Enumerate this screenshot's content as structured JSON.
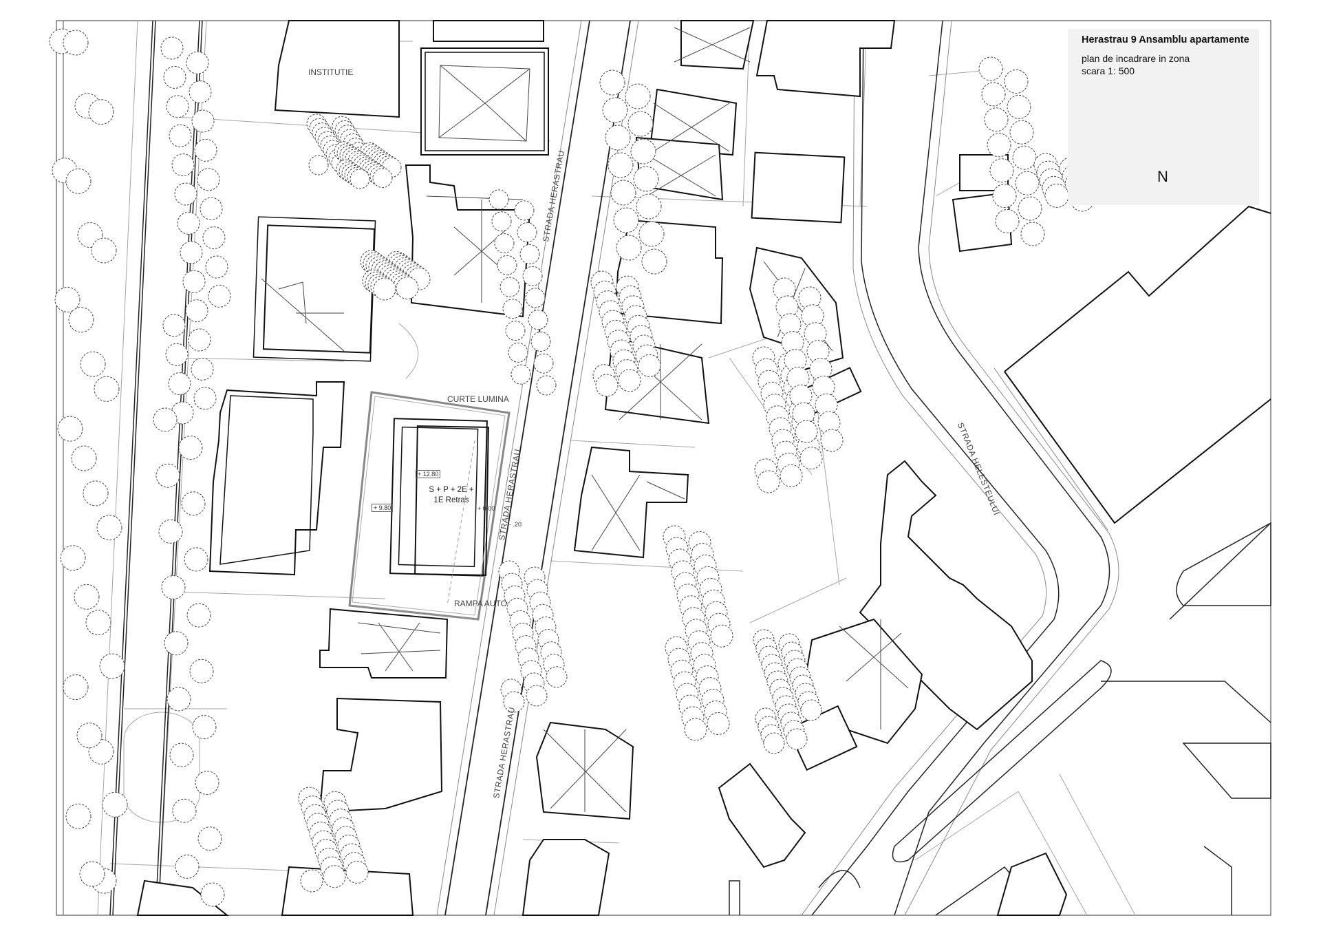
{
  "title_block": {
    "title": "Herastrau 9 Ansamblu apartamente",
    "subtitle": "plan de incadrare in zona",
    "scale": "scara 1: 500",
    "north_label": "N"
  },
  "streets": {
    "herastrau_1": "STRADA HERASTRAU",
    "herastrau_2": "STRADA HERASTRAU",
    "herastrau_3": "STRADA HERASTRAU",
    "helesteului": "STRADA HELESTEULUI"
  },
  "places": {
    "institutie": "INSTITUTIE",
    "curte_lumina": "CURTE LUMINA",
    "rampa_auto": "RAMPA AUTO"
  },
  "project": {
    "levels_line1": "S + P + 2E +",
    "levels_line2": "1E Retras",
    "elev_top": "+ 12.80",
    "elev_left": "+ 9.80",
    "elev_right": "+ 0.00",
    "elev_street": "- .20"
  },
  "colors": {
    "line": "#111111",
    "light_line": "#9a9a9a",
    "panel": "#f2f2f2"
  }
}
